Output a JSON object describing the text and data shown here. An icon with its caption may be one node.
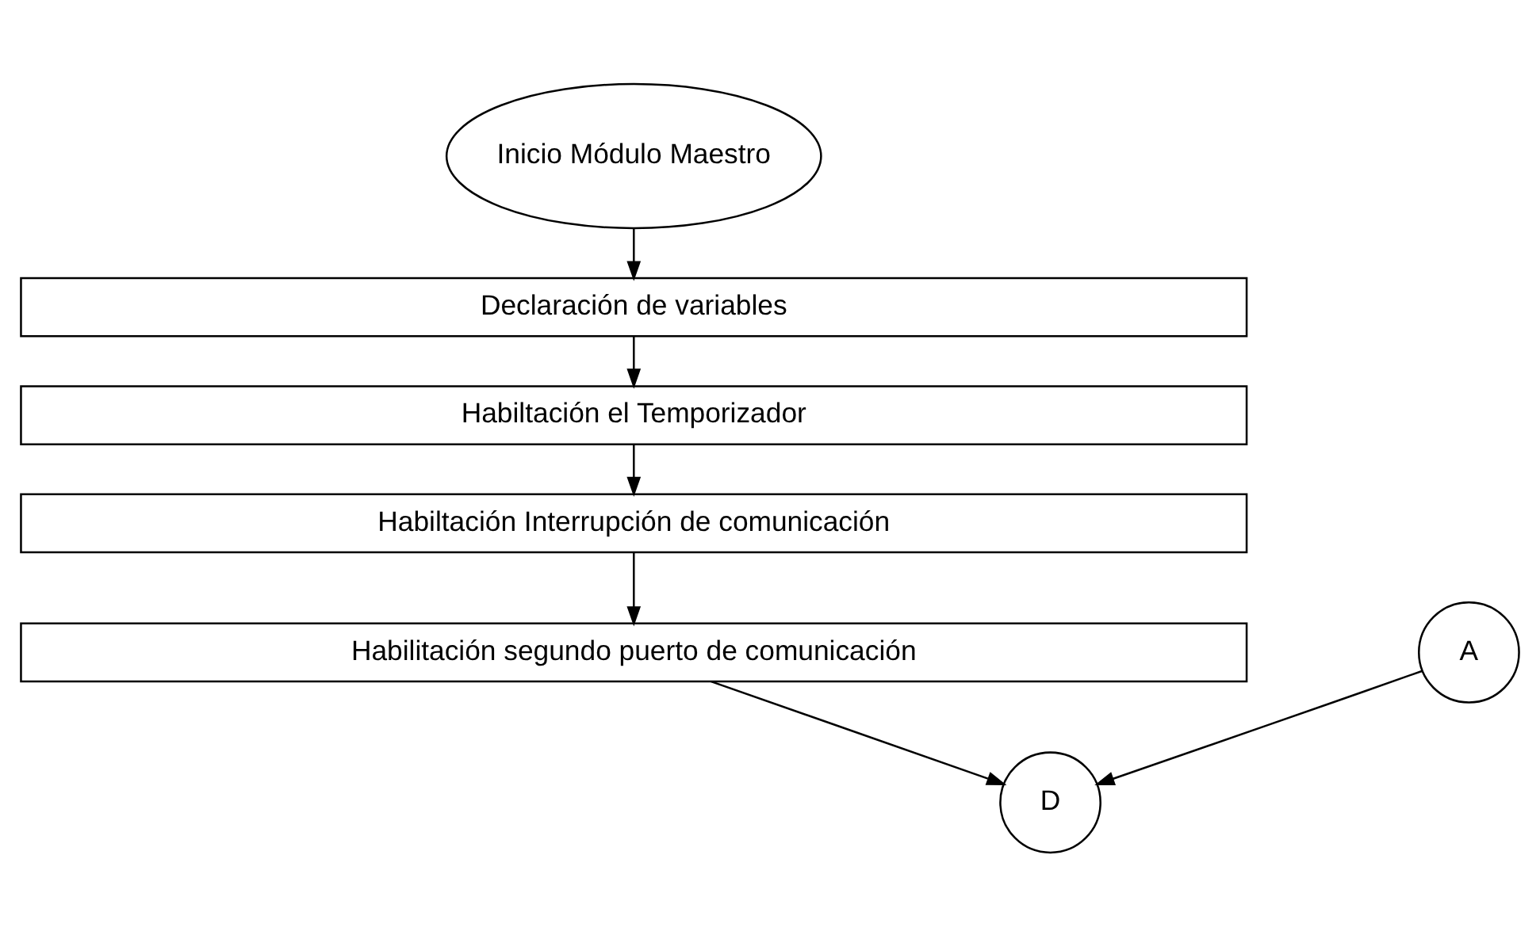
{
  "diagram": {
    "nodes": [
      {
        "text": [
          "Inicio Módulo Maestro"
        ]
      },
      {
        "text": [
          "Declaración de variables"
        ]
      },
      {
        "text": [
          "Habiltación el Temporizador"
        ]
      },
      {
        "text": [
          "Habiltación Interrupción de comunicación"
        ]
      },
      {
        "text": [
          "Habilitación segundo puerto de comunicación"
        ]
      },
      {
        "text": [
          "A"
        ]
      },
      {
        "text": [
          "D"
        ]
      }
    ],
    "edges": [
      {
        "from": 0,
        "to": 1,
        "arrow": "to"
      },
      {
        "from": 1,
        "to": 2,
        "arrow": "to"
      },
      {
        "from": 2,
        "to": 3,
        "arrow": "to"
      },
      {
        "from": 3,
        "to": 4,
        "arrow": "to"
      },
      {
        "from": 4,
        "to": 6,
        "arrow": "to"
      },
      {
        "from": 5,
        "to": 6,
        "arrow": "to"
      }
    ]
  }
}
